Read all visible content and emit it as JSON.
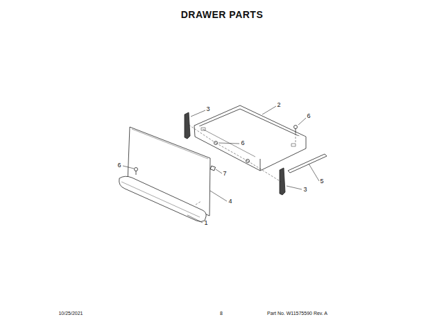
{
  "diagram": {
    "title": "DRAWER PARTS",
    "labels": [
      "3",
      "2",
      "6",
      "6",
      "6",
      "7",
      "5",
      "3",
      "4",
      "1",
      "10/25/2021",
      "8",
      "Part No. W11575590 Rev. A"
    ]
  }
}
